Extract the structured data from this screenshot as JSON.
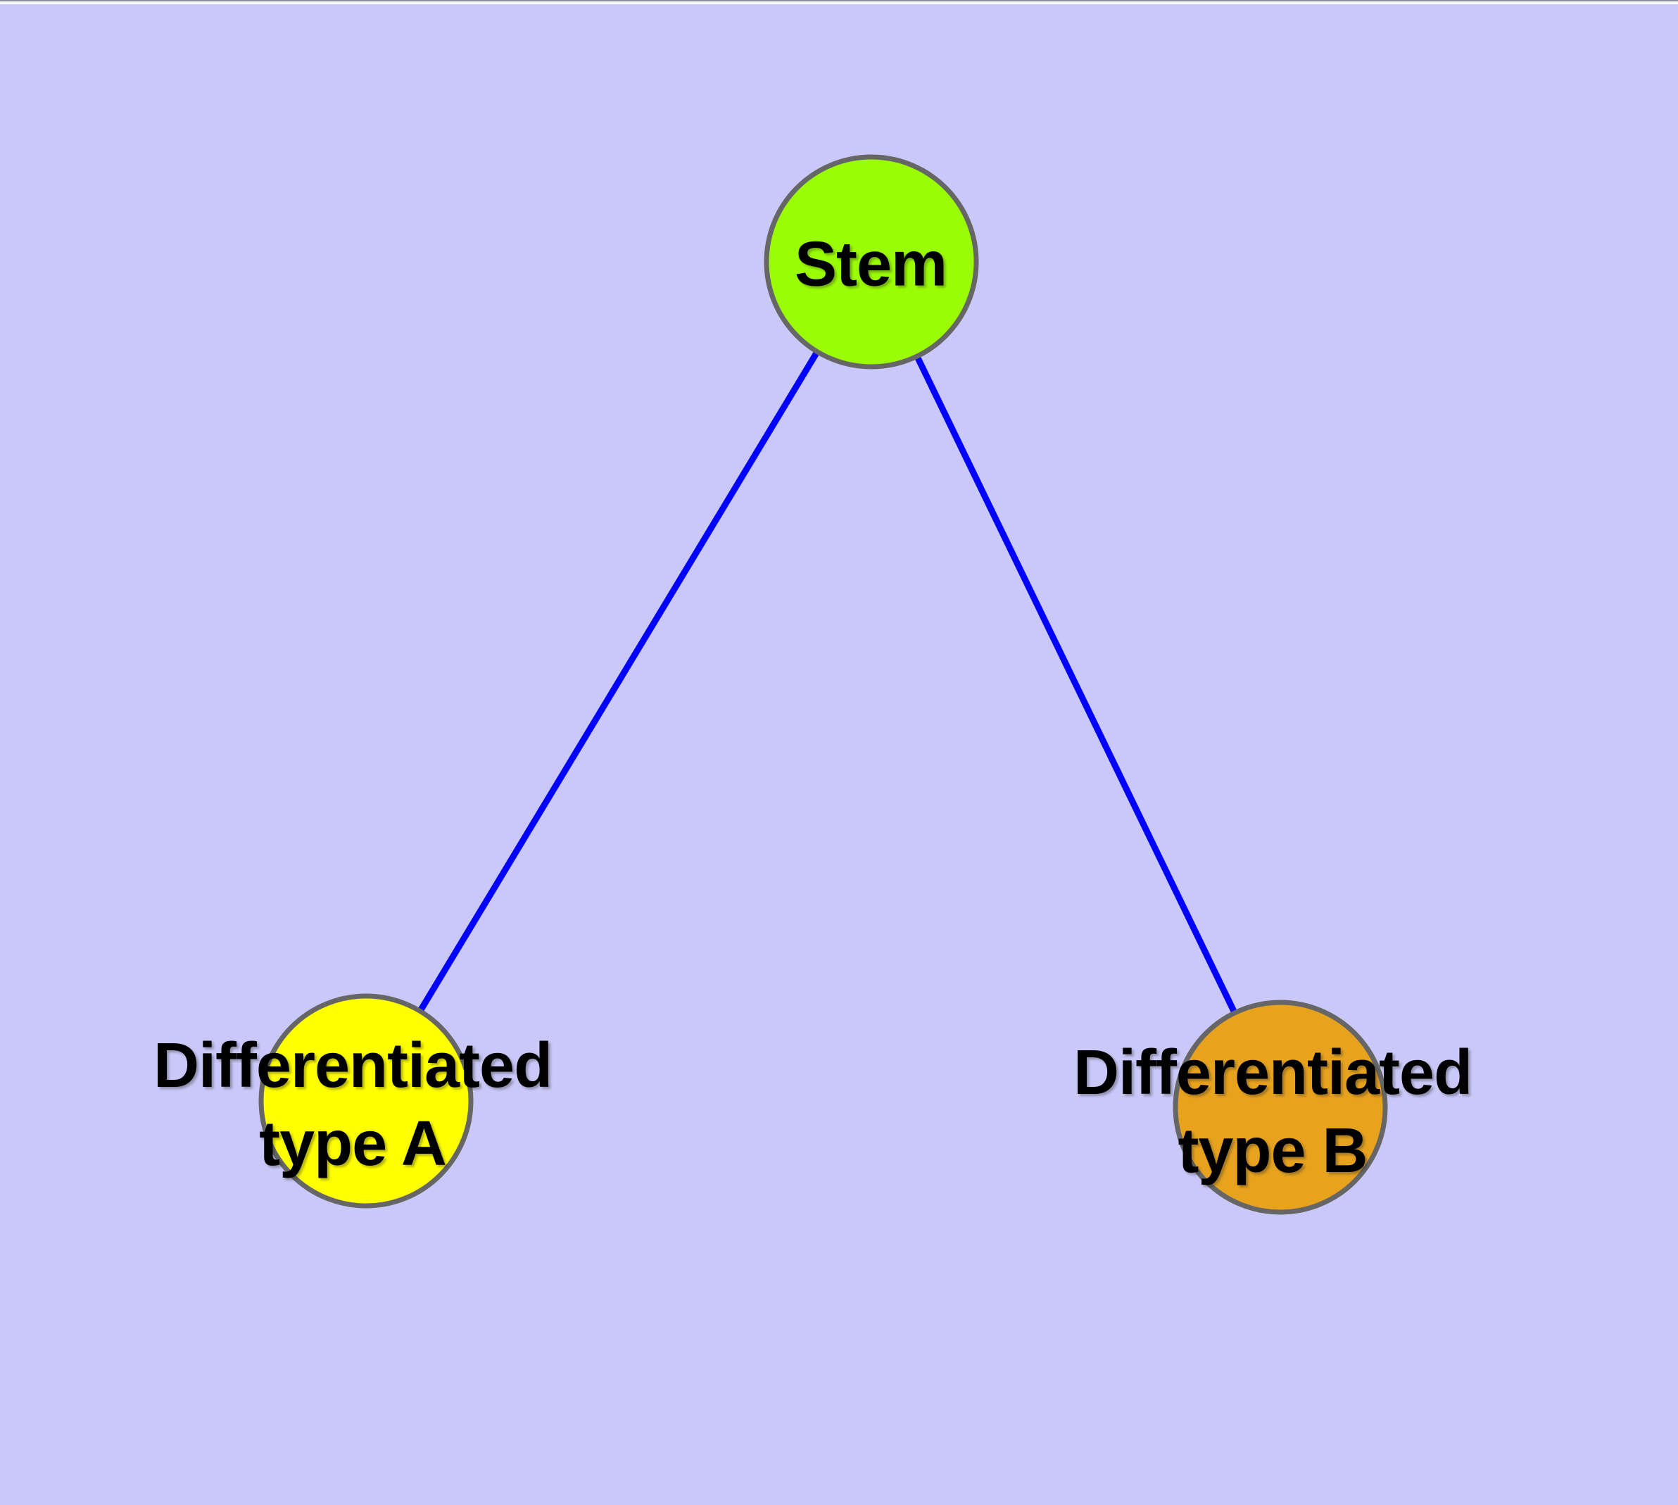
{
  "canvas": {
    "background": "#C9C8F8",
    "top_strip_color": "#FAFAFE",
    "top_strip_border": "#8E8D9F"
  },
  "graph": {
    "type": "node-link-diagram",
    "label_color": "#000000",
    "edge_color": "#0000FF",
    "nodes": [
      {
        "id": "stem",
        "label": "Stem",
        "color": "#9BFD05",
        "border_color": "#666666"
      },
      {
        "id": "type_a",
        "label": "Differentiated\ntype A",
        "color": "#FFFF00",
        "border_color": "#666666"
      },
      {
        "id": "type_b",
        "label": "Differentiated\ntype B",
        "color": "#E7A21E",
        "border_color": "#666666"
      }
    ],
    "edges": [
      {
        "from": "stem",
        "to": "type_a"
      },
      {
        "from": "stem",
        "to": "type_b"
      }
    ]
  }
}
